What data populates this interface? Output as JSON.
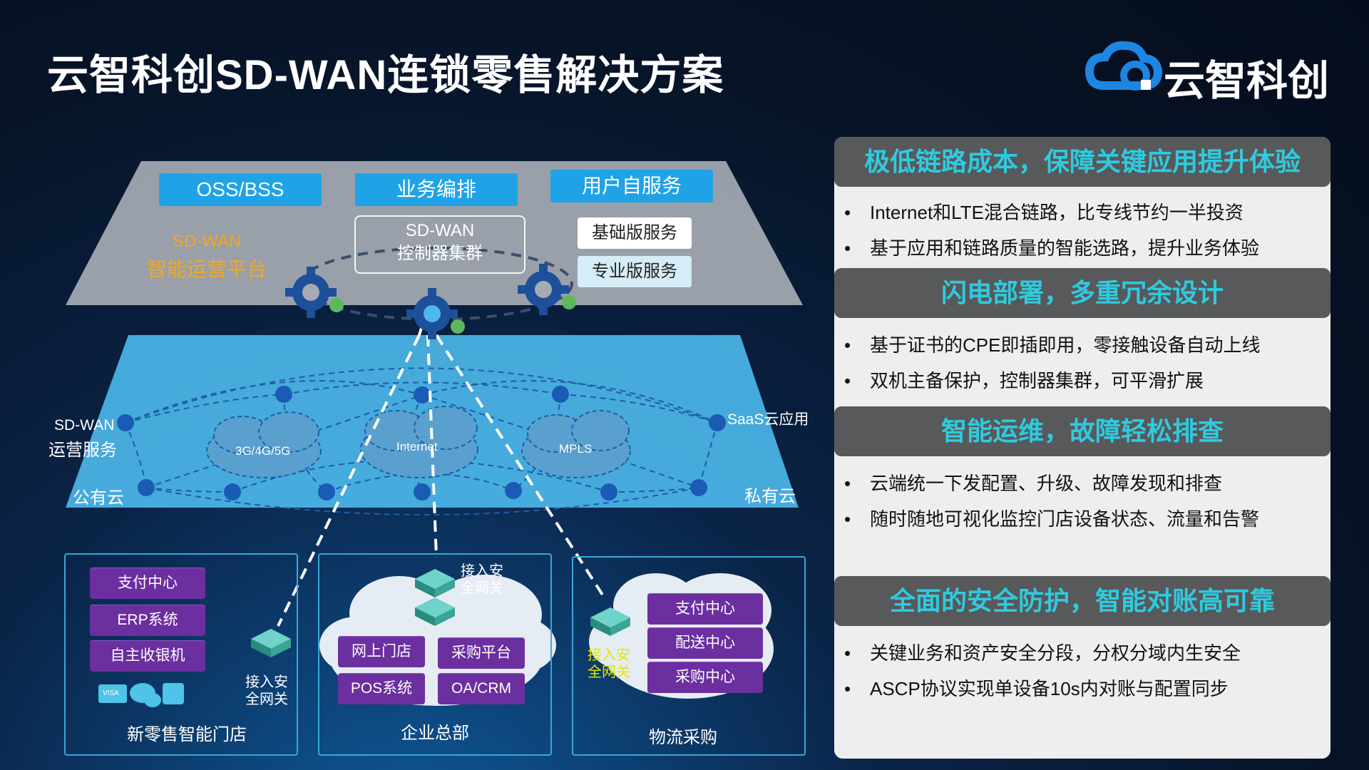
{
  "title": "云智科创SD-WAN连锁零售解决方案",
  "logo": {
    "text": "云智科创",
    "icon": "cloud-logo-icon"
  },
  "platform": {
    "buttons": [
      "OSS/BSS",
      "业务编排",
      "用户自服务"
    ],
    "controller_line1": "SD-WAN",
    "controller_line2": "控制器集群",
    "service_basic": "基础版服务",
    "service_pro": "专业版服务",
    "label_line1": "SD-WAN",
    "label_line2": "智能运营平台"
  },
  "network": {
    "left_line1": "SD-WAN",
    "left_line2": "运营服务",
    "right_label": "SaaS云应用",
    "public_cloud": "公有云",
    "private_cloud": "私有云",
    "clouds": [
      "3G/4G/5G",
      "Internet",
      "MPLS"
    ]
  },
  "sites": {
    "store": {
      "name": "新零售智能门店",
      "items": [
        "支付中心",
        "ERP系统",
        "自主收银机"
      ],
      "gateway_line1": "接入安",
      "gateway_line2": "全网关",
      "payment_badge": "VISA"
    },
    "hq": {
      "name": "企业总部",
      "items": [
        "网上门店",
        "采购平台",
        "POS系统",
        "OA/CRM"
      ],
      "gateway_line1": "接入安",
      "gateway_line2": "全网关"
    },
    "logistics": {
      "name": "物流采购",
      "items": [
        "支付中心",
        "配送中心",
        "采购中心"
      ],
      "gateway_line1": "接入安",
      "gateway_line2": "全网关"
    }
  },
  "panel": {
    "sections": [
      {
        "heading": "极低链路成本，保障关键应用提升体验",
        "bullets": [
          "Internet和LTE混合链路，比专线节约一半投资",
          "基于应用和链路质量的智能选路，提升业务体验"
        ]
      },
      {
        "heading": "闪电部署，多重冗余设计",
        "bullets": [
          "基于证书的CPE即插即用，零接触设备自动上线",
          "双机主备保护，控制器集群，可平滑扩展"
        ]
      },
      {
        "heading": "智能运维，故障轻松排查",
        "bullets": [
          "云端统一下发配置、升级、故障发现和排查",
          "随时随地可视化监控门店设备状态、流量和告警"
        ]
      },
      {
        "heading": "全面的安全防护，智能对账高可靠",
        "bullets": [
          "关键业务和资产安全分段，分权分域内生安全",
          "ASCP协议实现单设备10s内对账与配置同步"
        ]
      }
    ],
    "bullet_char": "•"
  },
  "colors": {
    "accent_cyan": "#2ecbe0",
    "platform_blue": "#1fa3e6",
    "orange_label": "#f5a623",
    "purple": "#6b2fa0",
    "gateway_yellow": "#e6e600"
  }
}
